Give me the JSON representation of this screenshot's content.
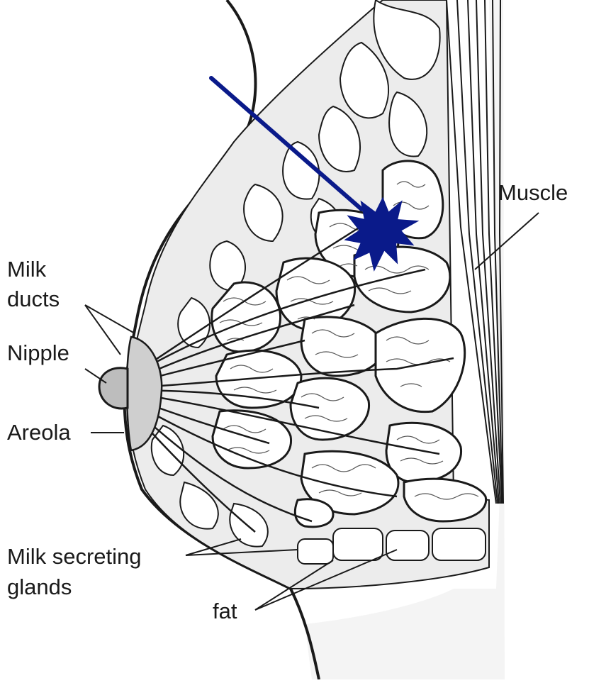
{
  "labels": {
    "muscle": "Muscle",
    "milk_ducts_line1": "Milk",
    "milk_ducts_line2": "ducts",
    "nipple": "Nipple",
    "areola": "Areola",
    "glands_line1": "Milk secreting",
    "glands_line2": "glands",
    "fat": "fat"
  },
  "colors": {
    "line": "#1a1a1a",
    "tissue_fill": "#ececec",
    "gland_fill": "#ffffff",
    "marker": "#0a1a8a",
    "nipple_fill": "#bdbdbd"
  },
  "marker": {
    "shape": "star-burst",
    "arrow": "pointing to tumor in upper lobe"
  }
}
